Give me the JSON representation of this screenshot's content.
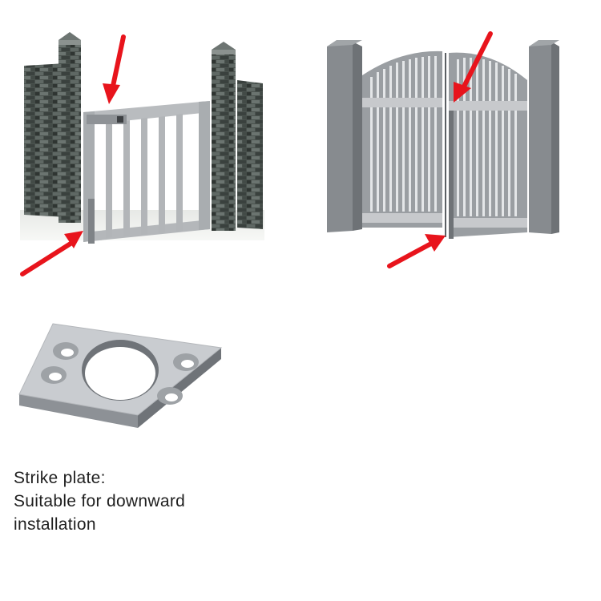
{
  "caption": {
    "line1": "Strike plate:",
    "line2": "Suitable for downward",
    "line3": "installation"
  },
  "colors": {
    "arrow": "#e8141c",
    "brick_dark": "#3b4340",
    "gate_frame": "#a7aaad",
    "plate_top": "#c9ccd0",
    "plate_side": "#7d8186"
  },
  "illustrations": [
    "single-gate-between-brick-pillars",
    "double-gate-between-posts",
    "strike-plate"
  ]
}
